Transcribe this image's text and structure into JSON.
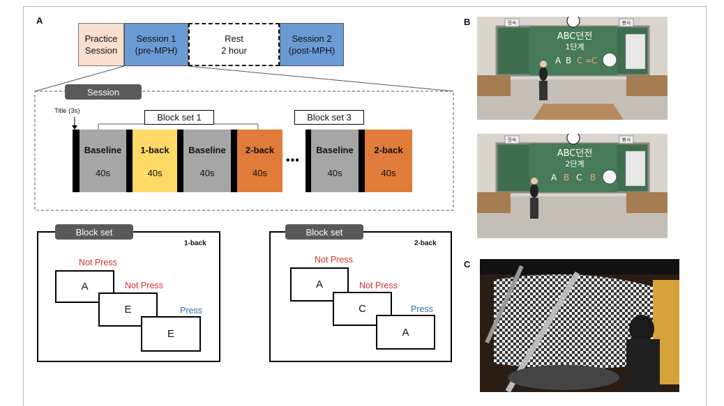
{
  "panels": {
    "a": "A",
    "b": "B",
    "c": "C"
  },
  "timeline": {
    "practice": {
      "line1": "Practice",
      "line2": "Session"
    },
    "session1": {
      "line1": "Session 1",
      "line2": "(pre-MPH)"
    },
    "rest": {
      "line1": "Rest",
      "line2": "2 hour"
    },
    "session2": {
      "line1": "Session 2",
      "line2": "(post-MPH)"
    }
  },
  "session": {
    "tag": "Session",
    "title_note": "Title (3s)",
    "block_set_1": "Block set 1",
    "block_set_3": "Block set 3",
    "ellipsis": "•••",
    "blocks": [
      {
        "title": "Baseline",
        "duration": "40s"
      },
      {
        "title": "1-back",
        "duration": "40s"
      },
      {
        "title": "Baseline",
        "duration": "40s"
      },
      {
        "title": "2-back",
        "duration": "40s"
      },
      {
        "title": "Baseline",
        "duration": "40s"
      },
      {
        "title": "2-back",
        "duration": "40s"
      }
    ]
  },
  "oneback": {
    "tag": "Block set",
    "label": "1-back",
    "cards": [
      "A",
      "E",
      "E"
    ],
    "notes": [
      "Not Press",
      "Not Press",
      "Press"
    ]
  },
  "twoback": {
    "tag": "Block set",
    "label": "2-back",
    "cards": [
      "A",
      "C",
      "A"
    ],
    "notes": [
      "Not Press",
      "Not Press",
      "Press"
    ]
  },
  "scene": {
    "sign_left": "정숙",
    "sign_right": "봉사",
    "b1_title": "ABC던전",
    "b1_sub": "1단계",
    "b1_letters": [
      "A",
      "B",
      "C",
      "=",
      "C"
    ],
    "b2_title": "ABC던전",
    "b2_sub": "2단계",
    "b2_letters": [
      "A",
      "B",
      "C",
      "B"
    ]
  },
  "colors": {
    "practice": "#f8dfcf",
    "session": "#6a9bd4",
    "baseline": "#a6a6a6",
    "oneback": "#ffd966",
    "twoback": "#e07b39",
    "tag": "#595959",
    "red": "#d92b2b",
    "blue": "#2c6fb5"
  }
}
